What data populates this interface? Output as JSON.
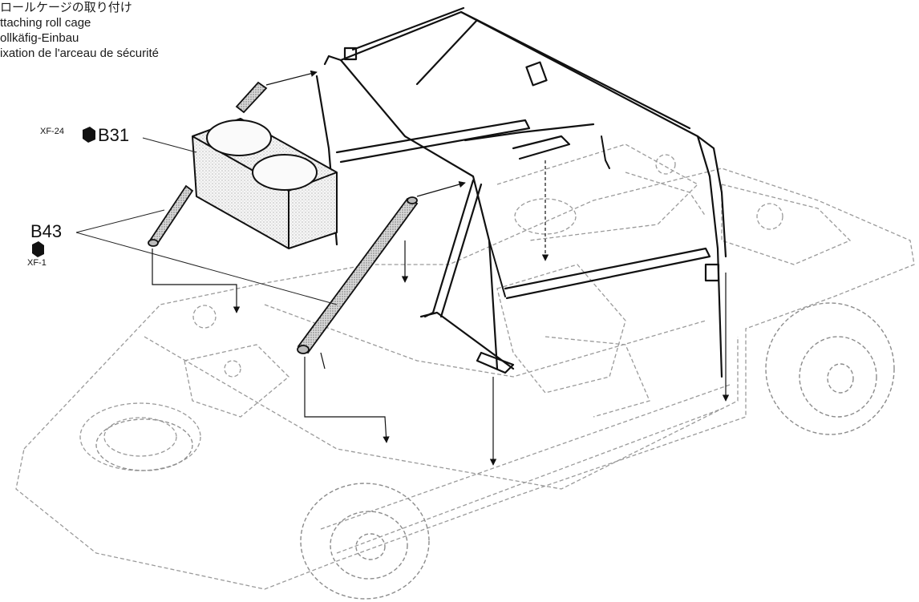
{
  "caption": {
    "jp": "ロールケージの取り付け",
    "en": "ttaching roll cage",
    "de": "ollkäfig-Einbau",
    "fr": "ixation de l'arceau de sécurité"
  },
  "parts": {
    "b31": {
      "label": "B31",
      "paint": "XF-24"
    },
    "b43": {
      "label": "B43",
      "paint": "XF-1"
    }
  }
}
